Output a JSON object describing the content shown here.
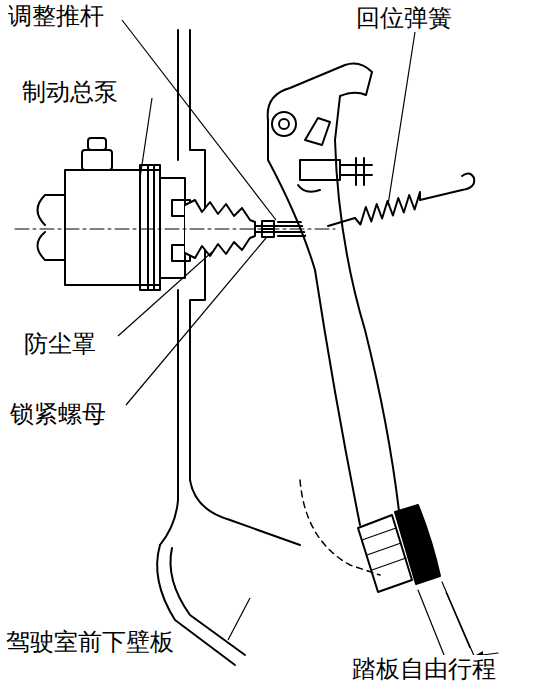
{
  "diagram": {
    "labels": [
      "调整推杆",
      "回位弹簧",
      "制动总泵",
      "防尘罩",
      "锁紧螺母",
      "驾驶室前下壁板",
      "踏板自由行程"
    ]
  }
}
